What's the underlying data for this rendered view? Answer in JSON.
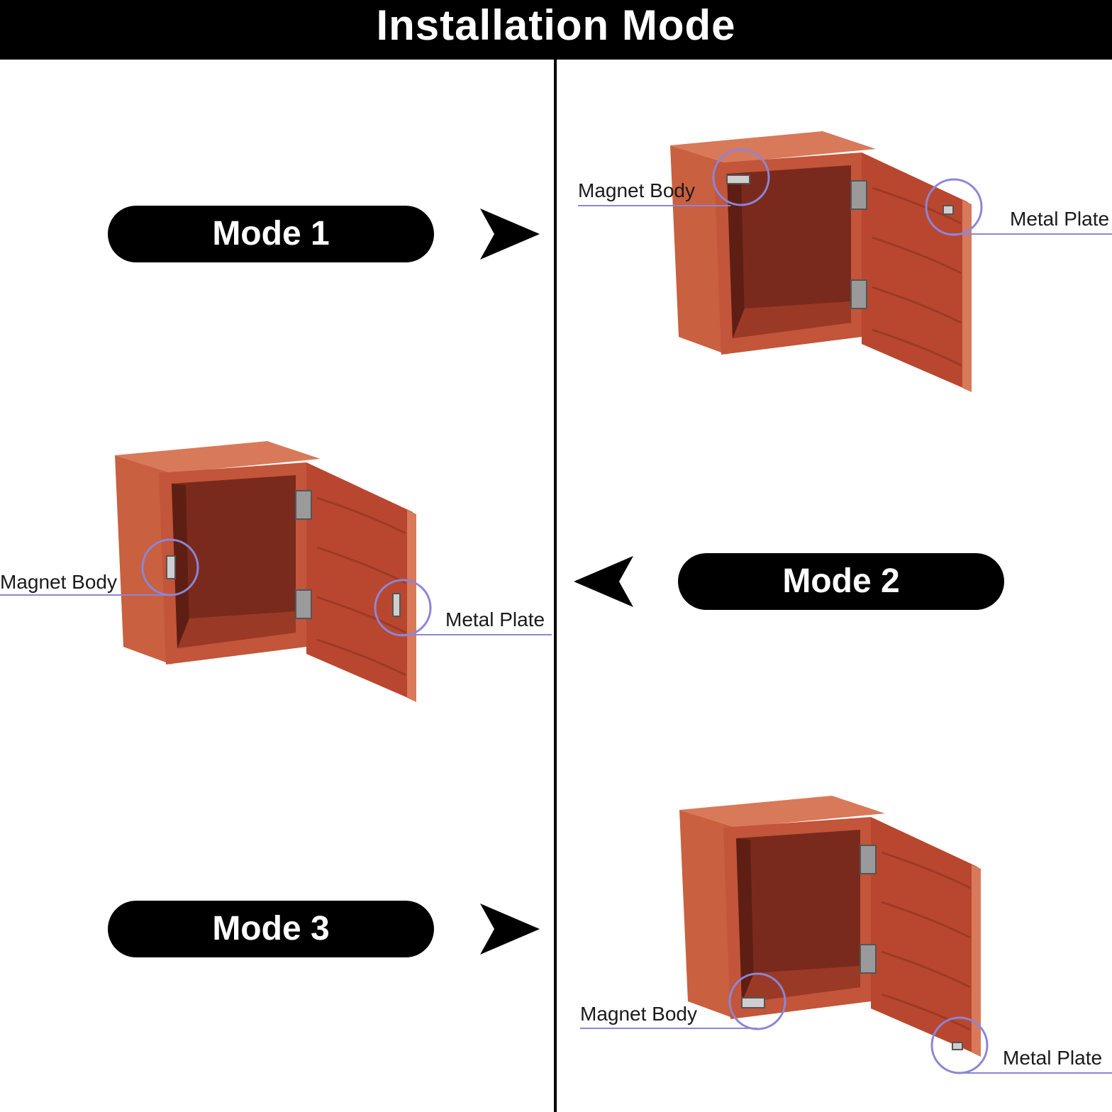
{
  "header": {
    "title": "Installation Mode"
  },
  "modes": [
    {
      "label": "Mode 1"
    },
    {
      "label": "Mode 2"
    },
    {
      "label": "Mode 3"
    }
  ],
  "labels": {
    "magnet_body": "Magnet Body",
    "metal_plate": "Metal Plate"
  },
  "colors": {
    "wood_front": "#c5573a",
    "wood_dark": "#8a2f1f",
    "wood_inner": "#6e2418",
    "highlight_circle": "#8a86d8",
    "header_bg": "#000000"
  }
}
